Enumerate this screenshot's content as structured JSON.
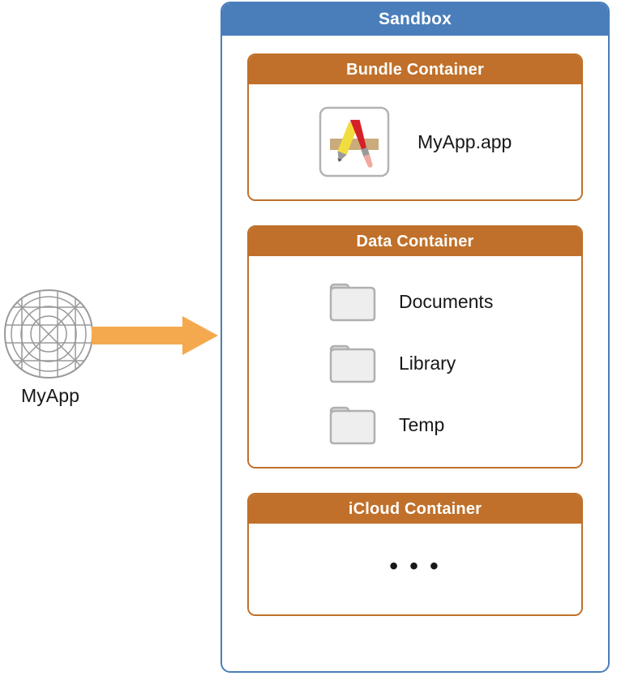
{
  "source": {
    "label": "MyApp",
    "icon": "app-grid-template-icon"
  },
  "arrow": {
    "icon": "right-arrow-icon",
    "color": "#f5a94e"
  },
  "sandbox": {
    "title": "Sandbox",
    "header_color": "#4a7ebb",
    "border_color": "#4a7ebb",
    "containers": [
      {
        "title": "Bundle Container",
        "header_color": "#c0702a",
        "items": [
          {
            "label": "MyApp.app",
            "icon": "xcode-app-bundle-icon"
          }
        ]
      },
      {
        "title": "Data Container",
        "header_color": "#c0702a",
        "items": [
          {
            "label": "Documents",
            "icon": "folder-icon"
          },
          {
            "label": "Library",
            "icon": "folder-icon"
          },
          {
            "label": "Temp",
            "icon": "folder-icon"
          }
        ]
      },
      {
        "title": "iCloud Container",
        "header_color": "#c0702a",
        "ellipsis": "• • •",
        "items": []
      }
    ]
  }
}
